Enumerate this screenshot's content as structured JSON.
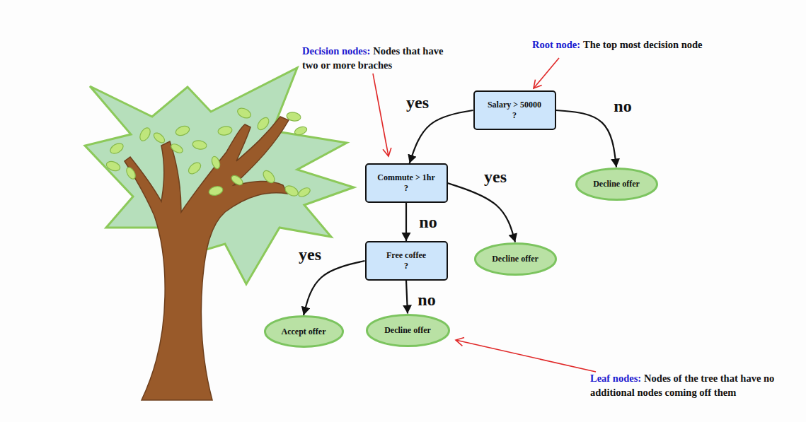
{
  "diagram": {
    "nodes": [
      {
        "text": [
          "Salary > 50000 ?"
        ]
      },
      {
        "text": [
          "Commute > 1hr ?"
        ]
      },
      {
        "text": [
          "Decline offer"
        ]
      },
      {
        "text": [
          "Free coffee ?"
        ]
      },
      {
        "text": [
          "Decline offer"
        ]
      },
      {
        "text": [
          "Accept offer"
        ]
      },
      {
        "text": [
          "Decline offer"
        ]
      }
    ],
    "edges": [
      {
        "from": 0,
        "to": 1,
        "arrow": "to",
        "label": "yes"
      },
      {
        "from": 0,
        "to": 2,
        "arrow": "to",
        "label": "no"
      },
      {
        "from": 1,
        "to": 3,
        "arrow": "to",
        "label": "no"
      },
      {
        "from": 1,
        "to": 4,
        "arrow": "to",
        "label": "yes"
      },
      {
        "from": 3,
        "to": 5,
        "arrow": "to",
        "label": "yes"
      },
      {
        "from": 3,
        "to": 6,
        "arrow": "to",
        "label": "no"
      }
    ],
    "labels": [
      "Decision nodes:",
      "Nodes that have two or more braches",
      "Root node:",
      "The top most decision node",
      "Leaf nodes:",
      "Nodes of the tree that have no additional nodes coming off them"
    ]
  }
}
